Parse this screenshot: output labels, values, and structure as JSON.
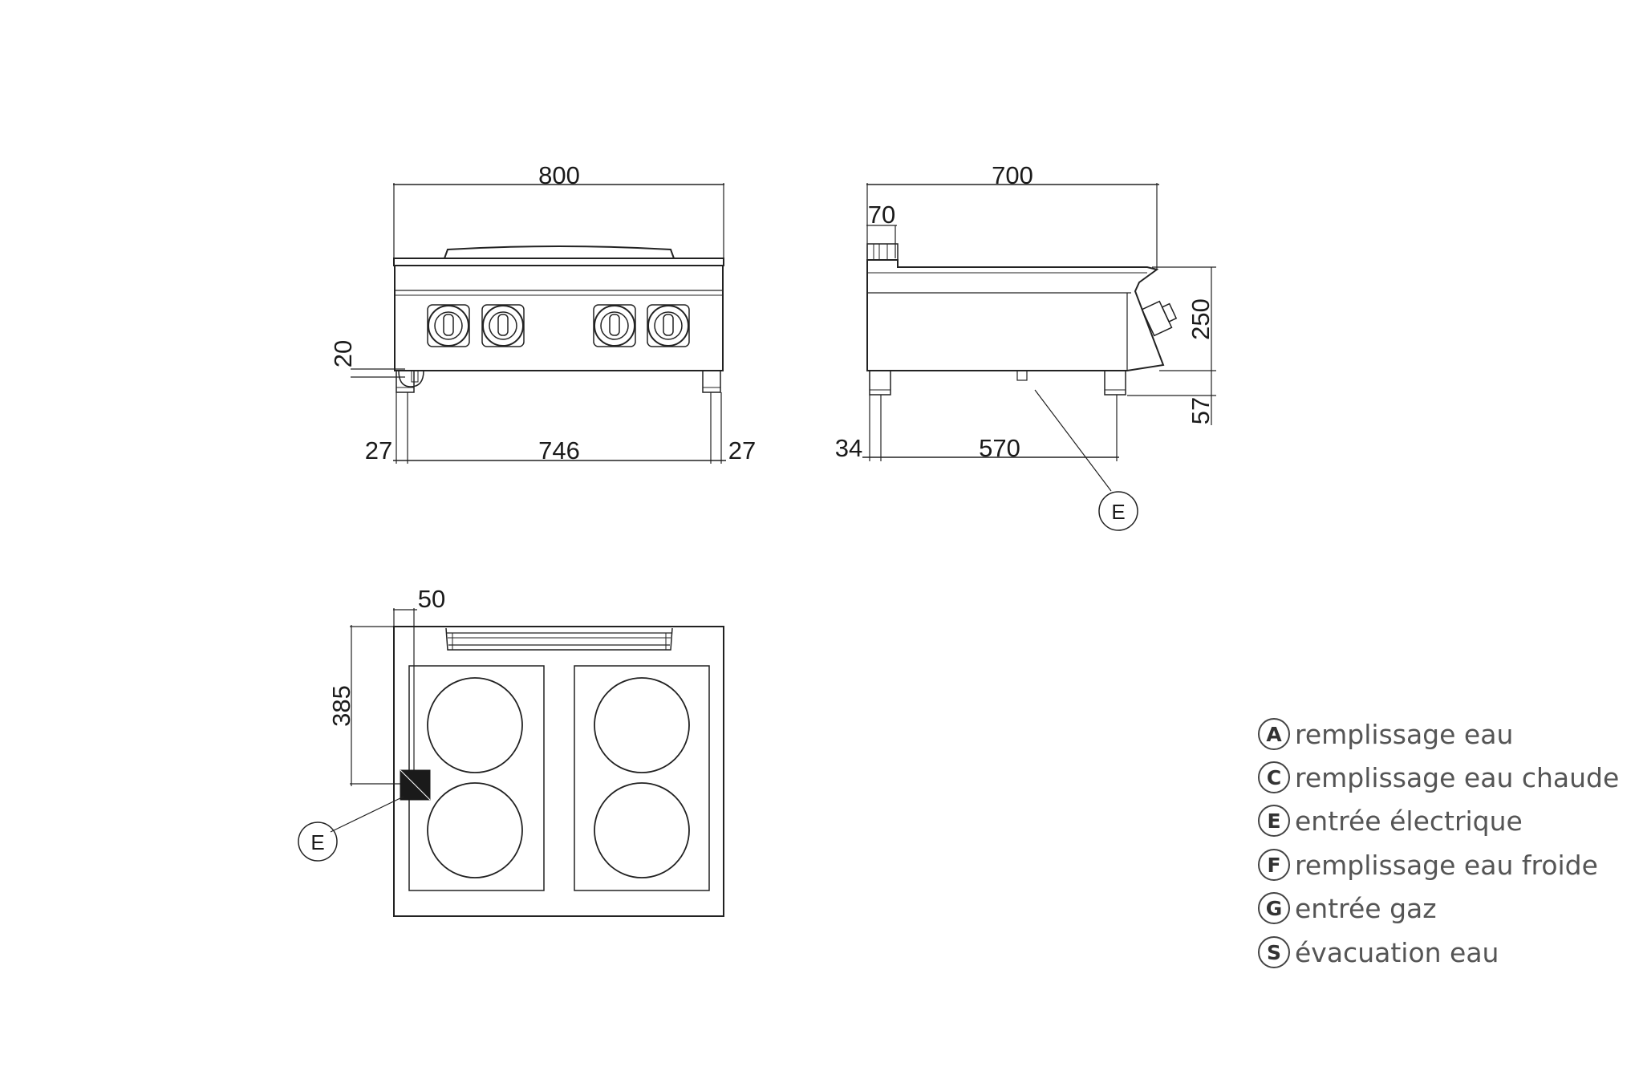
{
  "front_view": {
    "dim_width": "800",
    "dim_leg_left": "27",
    "dim_leg_span": "746",
    "dim_leg_right": "27",
    "dim_pipe_height": "20"
  },
  "side_view": {
    "dim_depth": "700",
    "dim_backsplash": "70",
    "dim_body_height": "250",
    "dim_leg_height": "57",
    "dim_leg_offset": "34",
    "dim_leg_span": "570",
    "marker_electric": "E"
  },
  "top_view": {
    "dim_offset_x": "50",
    "dim_offset_y": "385",
    "marker_electric": "E"
  },
  "legend": [
    {
      "code": "A",
      "label": "remplissage eau"
    },
    {
      "code": "C",
      "label": "remplissage eau chaude"
    },
    {
      "code": "E",
      "label": "entrée électrique"
    },
    {
      "code": "F",
      "label": "remplissage eau froide"
    },
    {
      "code": "G",
      "label": "entrée gaz"
    },
    {
      "code": "S",
      "label": "évacuation eau"
    }
  ]
}
